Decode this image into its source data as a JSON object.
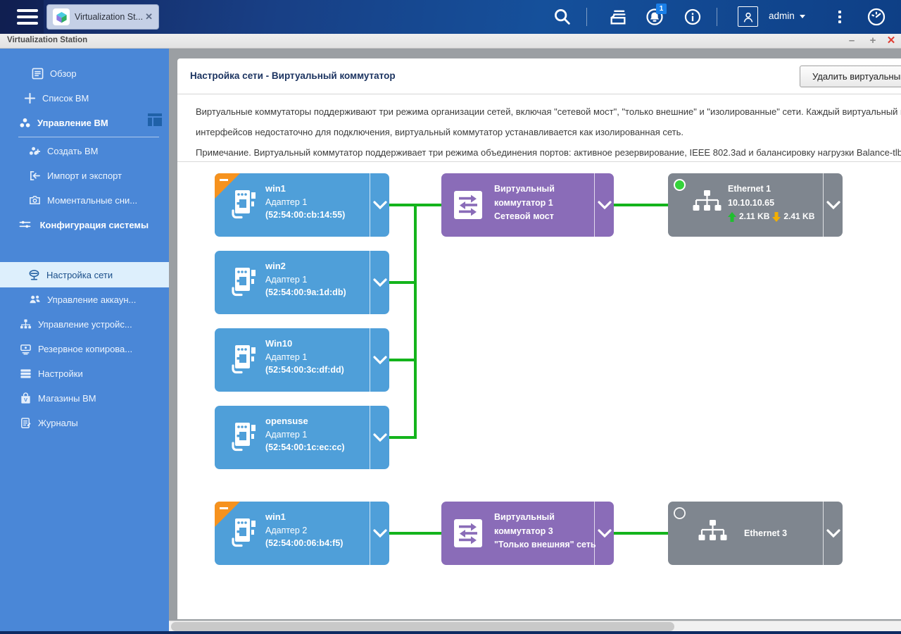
{
  "topbar": {
    "tab_label": "Virtualization St...",
    "tab_close": "✕",
    "admin_label": "admin",
    "notification_badge": "1"
  },
  "window": {
    "title": "Virtualization Station",
    "minimize": "–",
    "maximize": "+",
    "close": "✕"
  },
  "sidebar": {
    "items": [
      {
        "label": "Обзор"
      },
      {
        "label": "Список ВМ"
      },
      {
        "label": "Управление ВМ"
      },
      {
        "label": "Создать ВМ"
      },
      {
        "label": "Импорт и экспорт"
      },
      {
        "label": "Моментальные сни..."
      },
      {
        "label": "Конфигурация системы"
      },
      {
        "label": "Настройка сети"
      },
      {
        "label": "Управление аккаун..."
      },
      {
        "label": "Управление устройс..."
      },
      {
        "label": "Резервное копирова..."
      },
      {
        "label": "Настройки"
      },
      {
        "label": "Магазины ВМ"
      },
      {
        "label": "Журналы"
      }
    ]
  },
  "main": {
    "title": "Настройка сети - Виртуальный коммутатор",
    "delete_button": "Удалить виртуальный ко",
    "description": [
      "Виртуальные коммутаторы поддерживают три режима организации сетей, включая \"сетевой мост\", \"только внешние\" и \"изолированные\" сети. Каждый виртуальный комм",
      "интерфейсов недостаточно для подключения, виртуальный коммутатор устанавливается как изолированная сеть.",
      "Примечание. Виртуальный коммутатор поддерживает три режима объединения портов: активное резервирование, IEEE 802.3ad и балансировку нагрузки Balance-tlb."
    ]
  },
  "diagram": {
    "vms": [
      {
        "name": "win1",
        "adapter": "Адаптер 1",
        "mac": "(52:54:00:cb:14:55)",
        "warning_badge": true
      },
      {
        "name": "win2",
        "adapter": "Адаптер 1",
        "mac": "(52:54:00:9a:1d:db)",
        "warning_badge": false
      },
      {
        "name": "Win10",
        "adapter": "Адаптер 1",
        "mac": "(52:54:00:3c:df:dd)",
        "warning_badge": false
      },
      {
        "name": "opensuse",
        "adapter": "Адаптер 1",
        "mac": "(52:54:00:1c:ec:cc)",
        "warning_badge": false
      },
      {
        "name": "win1",
        "adapter": "Адаптер 2",
        "mac": "(52:54:00:06:b4:f5)",
        "warning_badge": true
      }
    ],
    "switches": [
      {
        "line1": "Виртуальный",
        "line2": "коммутатор 1",
        "line3": "Сетевой мост"
      },
      {
        "line1": "Виртуальный",
        "line2": "коммутатор 3",
        "line3": "\"Только внешняя\" сеть"
      }
    ],
    "ethernets": [
      {
        "name": "Ethernet 1",
        "ip": "10.10.10.65",
        "upload": "2.11 KB",
        "download": "2.41 KB",
        "status": "connected"
      },
      {
        "name": "Ethernet 3",
        "status": "disconnected"
      }
    ]
  },
  "colors": {
    "vm_box": "#4f9fd9",
    "switch_box": "#8a6cb8",
    "ethernet_box": "#7f868f",
    "wire_green": "#14b41c",
    "warning_orange": "#f6921e",
    "status_connected": "#35d33a",
    "upload_arrow": "#1fbf2f",
    "download_arrow": "#f2af00",
    "sidebar_blue": "#4a87d7",
    "sidebar_selected": "#ddeffc"
  }
}
